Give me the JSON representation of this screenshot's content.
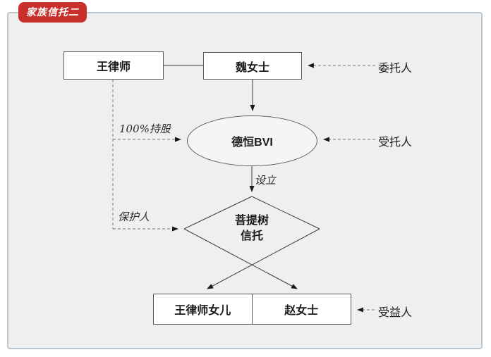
{
  "badge": {
    "label": "家族信托二"
  },
  "diagram": {
    "nodes": {
      "wang": {
        "label": "王律师"
      },
      "wei": {
        "label": "魏女士"
      },
      "deheng": {
        "label": "德恒BVI"
      },
      "trust": {
        "label_line1": "菩提树",
        "label_line2": "信托"
      },
      "daughter": {
        "label": "王律师女儿"
      },
      "zhao": {
        "label": "赵女士"
      }
    },
    "edge_labels": {
      "holding": "100%持股",
      "establish": "设立",
      "protector": "保护人"
    },
    "role_labels": {
      "settlor": "委托人",
      "trustee": "受托人",
      "beneficiary": "受益人"
    },
    "colors": {
      "accent_red": "#c9302c",
      "solid_line": "#3d3d3d",
      "dashed_line": "#7a7a7a",
      "panel_bg": "#efefef",
      "panel_border": "#bcc6ce",
      "node_bg": "#ffffff",
      "node_border": "#595959"
    }
  }
}
